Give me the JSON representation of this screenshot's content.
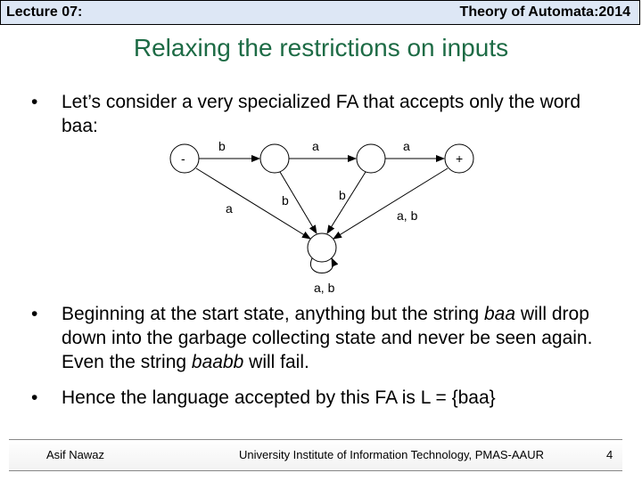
{
  "header": {
    "left": "Lecture 07:",
    "right": "Theory of Automata:2014"
  },
  "title": "Relaxing the restrictions on inputs",
  "bullets": [
    {
      "marker": "•",
      "text": "Let’s consider a very specialized FA that accepts only the word baa:"
    },
    {
      "marker": "•",
      "parts": [
        "Beginning at the start state, anything but the string ",
        "baa",
        " will drop down into the garbage collecting state and never be seen again. Even the string ",
        "baabb",
        " will fail."
      ]
    },
    {
      "marker": "•",
      "text": "Hence the language accepted by this FA is L = {baa}"
    }
  ],
  "diagram": {
    "start_label": "-",
    "final_label": "+",
    "edge_labels": {
      "s0_s1": "b",
      "s1_s2": "a",
      "s2_s3": "a",
      "s0_trap": "a",
      "s1_trap": "b",
      "s2_trap": "b",
      "s3_trap": "a, b",
      "trap_loop": "a, b"
    }
  },
  "footer": {
    "author": "Asif Nawaz",
    "institute": "University Institute of Information Technology, PMAS-AAUR",
    "page": "4"
  }
}
